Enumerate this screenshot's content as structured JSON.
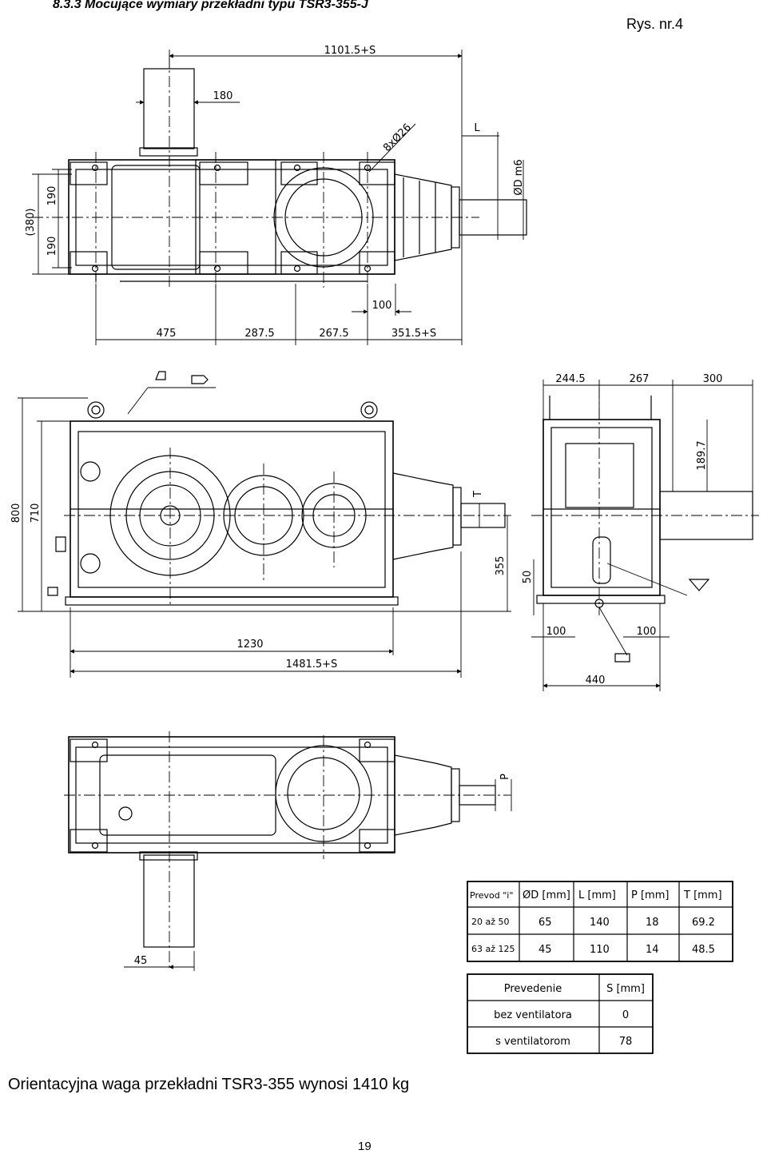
{
  "header": {
    "section_title": "8.3.3 Mocujące wymiary przekładni typu TSR3-355-J",
    "figure_ref": "Rys. nr.4"
  },
  "top_view": {
    "dims": {
      "overall": "1101.5+S",
      "shaft_left": "180",
      "bolts": "8xØ26",
      "L": "L",
      "D": "ØD m6",
      "d380": "(380)",
      "d190a": "190",
      "d190b": "190",
      "d100": "100",
      "d475": "475",
      "d287": "287.5",
      "d267": "267.5",
      "d351": "351.5+S"
    }
  },
  "front_view": {
    "dims": {
      "h800": "800",
      "h710": "710",
      "h355": "355",
      "T": "T",
      "w1230": "1230",
      "w1481": "1481.5+S"
    }
  },
  "side_view": {
    "dims": {
      "d244": "244.5",
      "d267": "267",
      "d300": "300",
      "d189": "189.7",
      "d50": "50",
      "d100a": "100",
      "d100b": "100",
      "d440": "440"
    }
  },
  "bottom_view": {
    "dims": {
      "P": "P",
      "d45": "45"
    }
  },
  "table1": {
    "headers": [
      "Prevod \"i\"",
      "ØD [mm]",
      "L [mm]",
      "P [mm]",
      "T [mm]"
    ],
    "rows": [
      [
        "20 až 50",
        "65",
        "140",
        "18",
        "69.2"
      ],
      [
        "63 až 125",
        "45",
        "110",
        "14",
        "48.5"
      ]
    ]
  },
  "table2": {
    "headers": [
      "Prevedenie",
      "S [mm]"
    ],
    "rows": [
      [
        "bez ventilatora",
        "0"
      ],
      [
        "s ventilatorom",
        "78"
      ]
    ]
  },
  "caption": "Orientacyjna waga przekładni TSR3-355 wynosi 1410 kg",
  "page_number": "19"
}
